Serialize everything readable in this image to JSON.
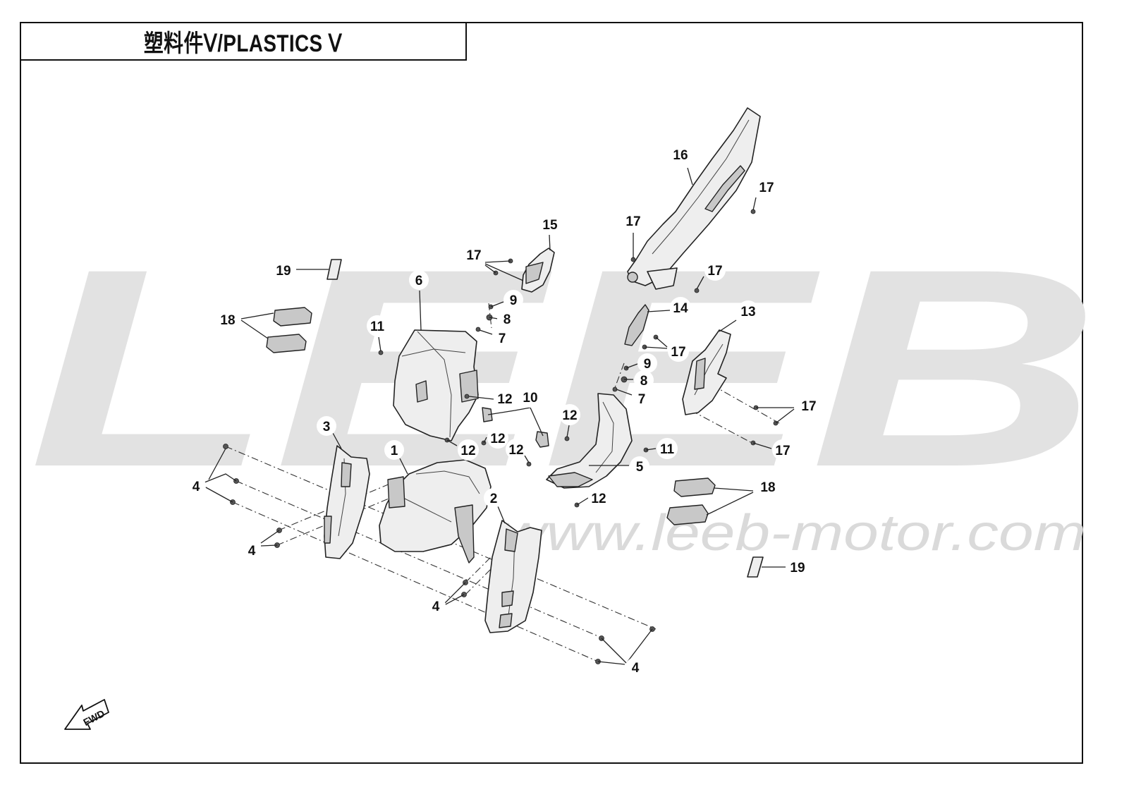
{
  "title": "塑料件Ⅴ/PLASTICS Ⅴ",
  "watermark": {
    "brand": "LEEB",
    "url": "www.leeb-motor.com",
    "color": "#d9d9d9"
  },
  "fwd_marker": "FWD",
  "callouts": [
    "1",
    "2",
    "3",
    "4",
    "4",
    "4",
    "4",
    "5",
    "6",
    "7",
    "7",
    "8",
    "8",
    "9",
    "9",
    "10",
    "11",
    "11",
    "12",
    "12",
    "12",
    "12",
    "12",
    "12",
    "13",
    "14",
    "15",
    "16",
    "17",
    "17",
    "17",
    "17",
    "17",
    "17",
    "17",
    "18",
    "18",
    "19",
    "19"
  ]
}
